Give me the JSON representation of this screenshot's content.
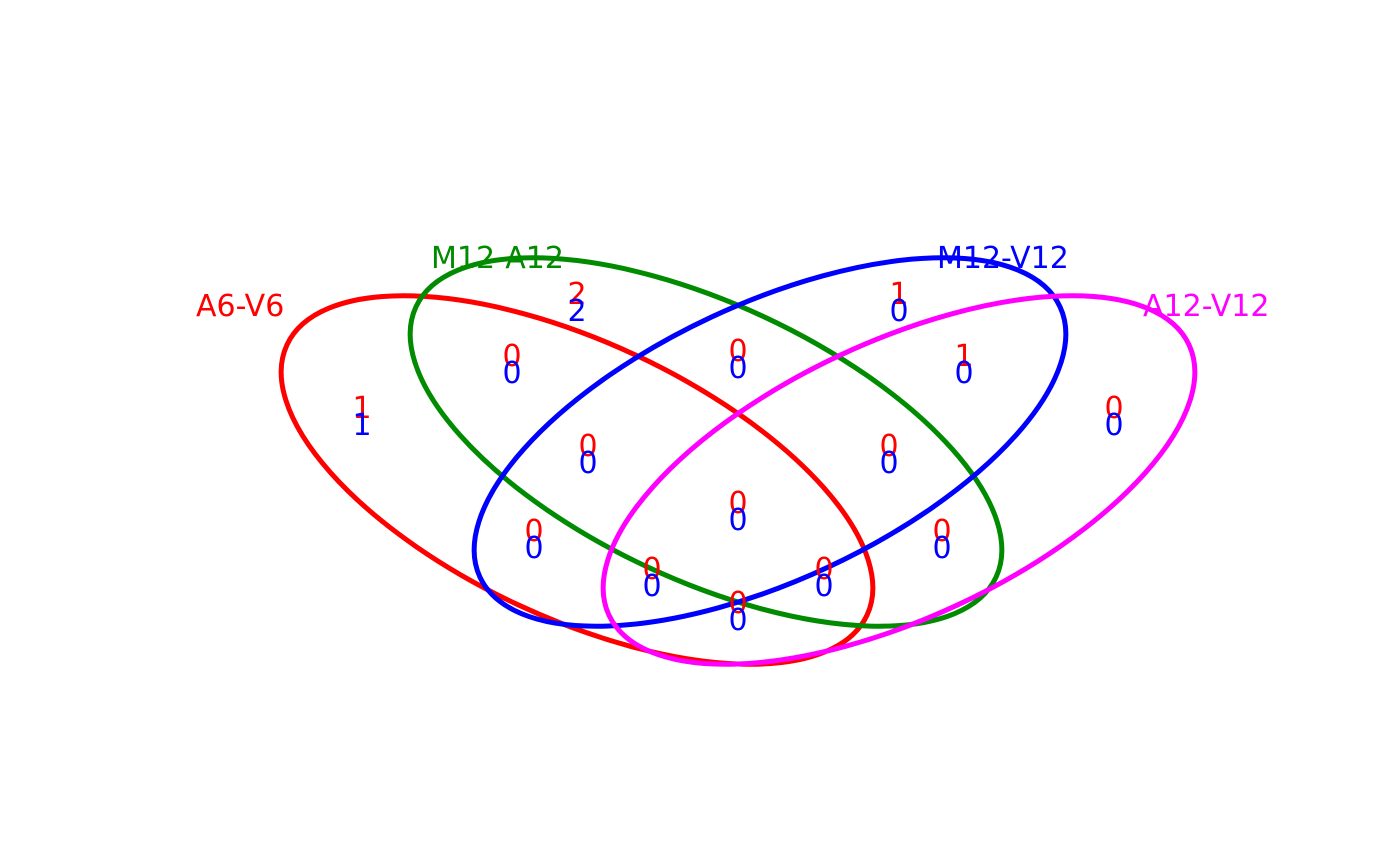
{
  "sets": [
    {
      "name": "A6-V6",
      "color": "#ff0000"
    },
    {
      "name": "M12-A12",
      "color": "#008b00"
    },
    {
      "name": "M12-V12",
      "color": "#0000ff"
    },
    {
      "name": "A12-V12",
      "color": "#ff00ff"
    }
  ],
  "count_colors": {
    "upper": "#ff0000",
    "lower": "#0000ff"
  },
  "regions": [
    {
      "sets": "A6-V6 only",
      "upper": "1",
      "lower": "1"
    },
    {
      "sets": "M12-A12 only",
      "upper": "2",
      "lower": "2"
    },
    {
      "sets": "M12-V12 only",
      "upper": "1",
      "lower": "0"
    },
    {
      "sets": "A12-V12 only",
      "upper": "0",
      "lower": "0"
    },
    {
      "sets": "A6-V6 & M12-A12",
      "upper": "0",
      "lower": "0"
    },
    {
      "sets": "M12-A12 & M12-V12",
      "upper": "0",
      "lower": "0"
    },
    {
      "sets": "M12-V12 & A12-V12",
      "upper": "1",
      "lower": "0"
    },
    {
      "sets": "A6-V6 & M12-A12 & M12-V12",
      "upper": "0",
      "lower": "0"
    },
    {
      "sets": "M12-A12 & M12-V12 & A12-V12",
      "upper": "0",
      "lower": "0"
    },
    {
      "sets": "all four",
      "upper": "0",
      "lower": "0"
    },
    {
      "sets": "A6-V6 & M12-V12",
      "upper": "0",
      "lower": "0"
    },
    {
      "sets": "M12-A12 & A12-V12",
      "upper": "0",
      "lower": "0"
    },
    {
      "sets": "A6-V6 & M12-V12 & A12-V12",
      "upper": "0",
      "lower": "0"
    },
    {
      "sets": "A6-V6 & M12-A12 & A12-V12",
      "upper": "0",
      "lower": "0"
    },
    {
      "sets": "A6-V6 & A12-V12",
      "upper": "0",
      "lower": "0"
    }
  ]
}
